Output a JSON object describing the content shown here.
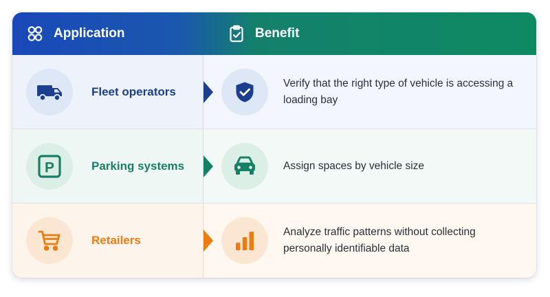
{
  "header": {
    "application_label": "Application",
    "benefit_label": "Benefit",
    "application_icon": "apps-icon",
    "benefit_icon": "clipboard-check-icon"
  },
  "rows": [
    {
      "application": "Fleet operators",
      "benefit": "Verify that the right type of vehicle is accessing a loading bay",
      "app_icon": "truck-icon",
      "benefit_icon": "shield-check-icon",
      "accent": "#1b3e8f"
    },
    {
      "application": "Parking systems",
      "benefit": "Assign spaces by vehicle size",
      "app_icon": "parking-icon",
      "benefit_icon": "car-icon",
      "accent": "#178064"
    },
    {
      "application": "Retailers",
      "benefit": "Analyze traffic patterns without collecting personally identifiable data",
      "app_icon": "cart-icon",
      "benefit_icon": "bar-chart-icon",
      "accent": "#ea7c12"
    }
  ],
  "colors": {
    "header_blue": "#1a48b8",
    "header_green": "#0e8a62",
    "text": "#2a2f38"
  }
}
